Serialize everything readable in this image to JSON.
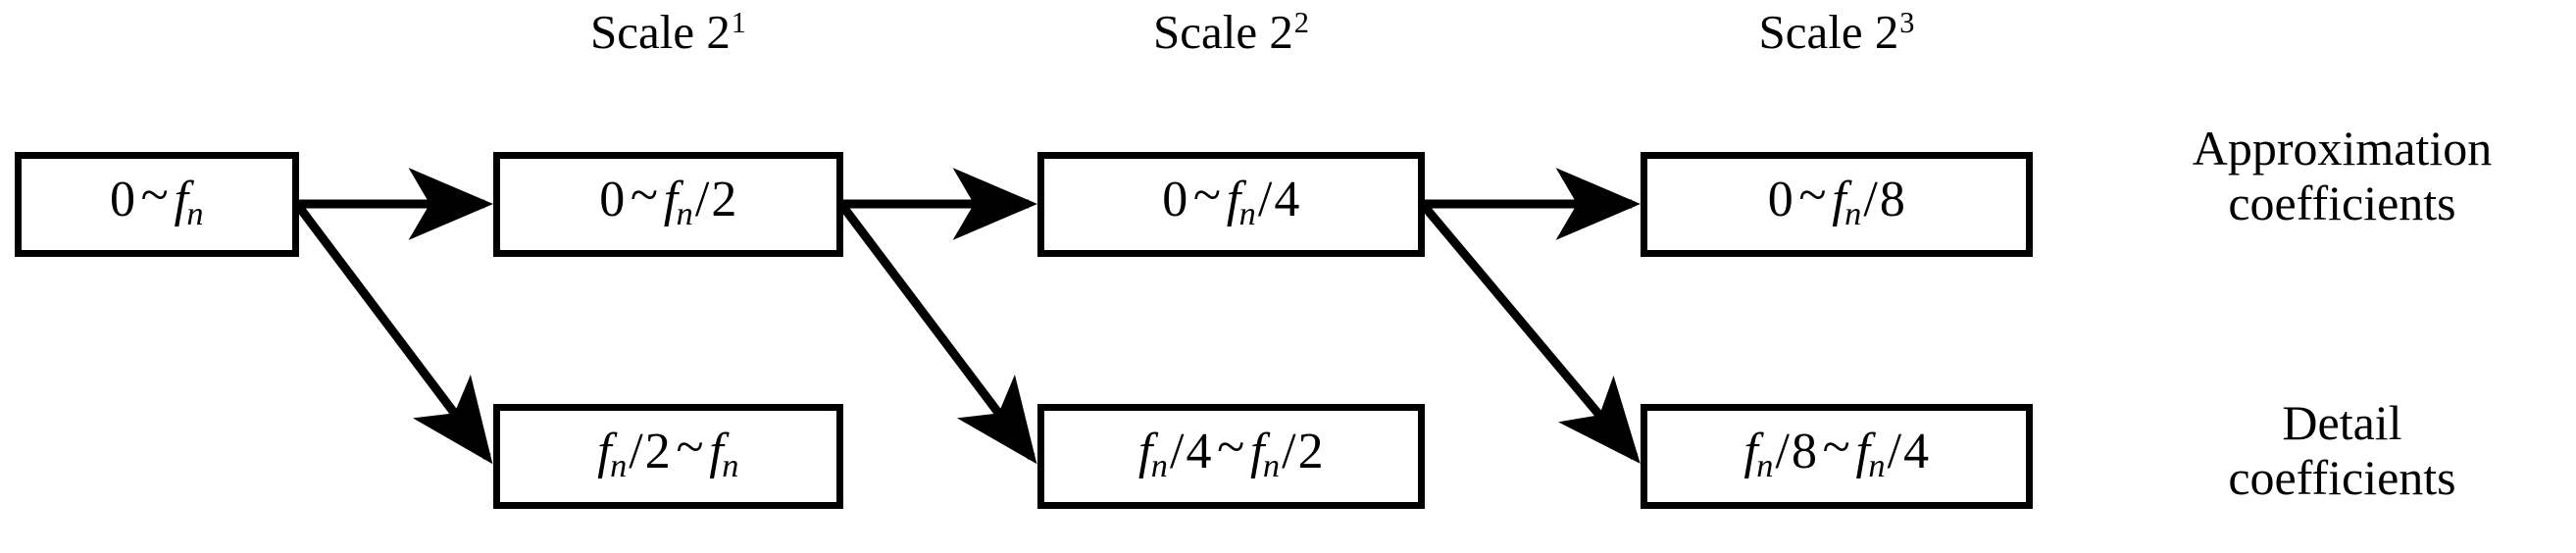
{
  "diagram": {
    "title": "Wavelet multi-resolution decomposition tree",
    "background_color": "#ffffff",
    "stroke_color": "#000000",
    "scale_labels": [
      {
        "name": "scale-1",
        "text": "Scale 2",
        "exponent": "1"
      },
      {
        "name": "scale-2",
        "text": "Scale 2",
        "exponent": "2"
      },
      {
        "name": "scale-3",
        "text": "Scale 2",
        "exponent": "3"
      }
    ],
    "approximation_nodes": [
      {
        "id": "a0",
        "lo": "0",
        "rel": "~",
        "hi_num": "",
        "hi_den": "",
        "text": "0 ~ f_n"
      },
      {
        "id": "a1",
        "lo": "0",
        "rel": "~",
        "hi_num": "",
        "hi_den": "2",
        "text": "0 ~ f_n / 2"
      },
      {
        "id": "a2",
        "lo": "0",
        "rel": "~",
        "hi_num": "",
        "hi_den": "4",
        "text": "0 ~ f_n / 4"
      },
      {
        "id": "a3",
        "lo": "0",
        "rel": "~",
        "hi_num": "",
        "hi_den": "8",
        "text": "0 ~ f_n / 8"
      }
    ],
    "detail_nodes": [
      {
        "id": "d1",
        "lo_den": "2",
        "hi_den": "",
        "text": "f_n / 2 ~ f_n"
      },
      {
        "id": "d2",
        "lo_den": "4",
        "hi_den": "2",
        "text": "f_n / 4 ~ f_n / 2"
      },
      {
        "id": "d3",
        "lo_den": "8",
        "hi_den": "4",
        "text": "f_n / 8 ~ f_n / 4"
      }
    ],
    "row_labels": [
      {
        "name": "approximation-row-label",
        "line1": "Approximation",
        "line2": "coefficients"
      },
      {
        "name": "detail-row-label",
        "line1": "Detail",
        "line2": "coefficients"
      }
    ],
    "symbols": {
      "frequency": "f",
      "frequency_subscript": "n",
      "zero": "0",
      "range_tilde": "~",
      "divide": "/"
    }
  }
}
